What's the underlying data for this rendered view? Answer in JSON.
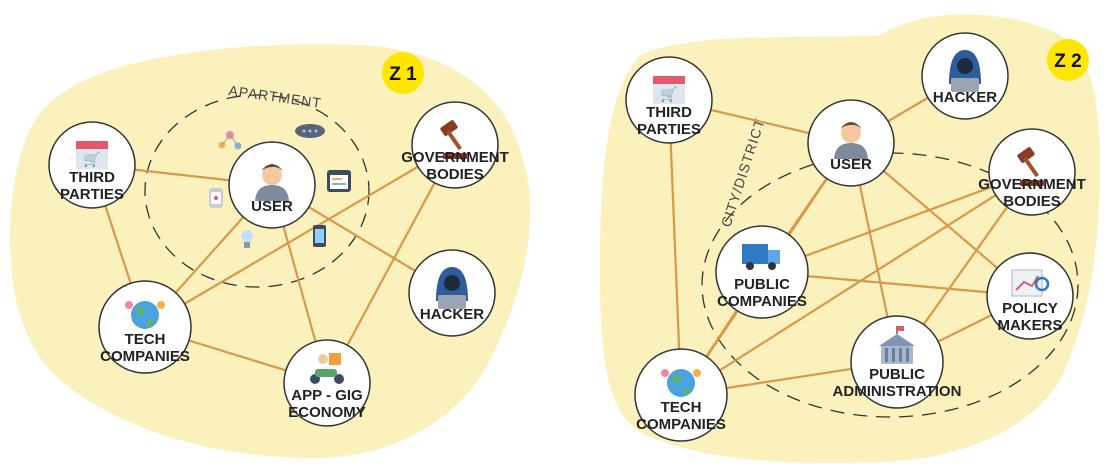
{
  "colors": {
    "blob": "#fbf1bd",
    "edge": "#d9984a",
    "node_fill": "#ffffff",
    "node_stroke": "#333333",
    "badge": "#ffe600",
    "dash": "#333333"
  },
  "z1": {
    "badge": "Z 1",
    "area_label": "APARTMENT",
    "nodes": {
      "third": [
        "THIRD",
        "PARTIES"
      ],
      "user": [
        "USER"
      ],
      "gov": [
        "GOVERNMENT",
        "BODIES"
      ],
      "tech": [
        "TECH",
        "COMPANIES"
      ],
      "app": [
        "APP - GIG",
        "ECONOMY"
      ],
      "hacker": [
        "HACKER"
      ]
    },
    "edges": [
      [
        "third",
        "user"
      ],
      [
        "third",
        "tech"
      ],
      [
        "user",
        "hacker"
      ],
      [
        "user",
        "app"
      ],
      [
        "user",
        "tech"
      ],
      [
        "gov",
        "tech"
      ],
      [
        "gov",
        "app"
      ],
      [
        "tech",
        "app"
      ]
    ]
  },
  "z2": {
    "badge": "Z 2",
    "area_label": "CITY/DISTRICT",
    "nodes": {
      "third": [
        "THIRD",
        "PARTIES"
      ],
      "hacker": [
        "HACKER"
      ],
      "user": [
        "USER"
      ],
      "gov": [
        "GOVERNMENT",
        "BODIES"
      ],
      "public_co": [
        "PUBLIC",
        "COMPANIES"
      ],
      "policy": [
        "POLICY",
        "MAKERS"
      ],
      "public_admin": [
        "PUBLIC",
        "ADMINISTRATION"
      ],
      "tech": [
        "TECH",
        "COMPANIES"
      ]
    },
    "edges": [
      [
        "third",
        "user"
      ],
      [
        "third",
        "tech"
      ],
      [
        "hacker",
        "user"
      ],
      [
        "user",
        "public_co"
      ],
      [
        "user",
        "tech"
      ],
      [
        "user",
        "policy"
      ],
      [
        "user",
        "public_admin"
      ],
      [
        "gov",
        "public_co"
      ],
      [
        "gov",
        "tech"
      ],
      [
        "gov",
        "public_admin"
      ],
      [
        "public_co",
        "policy"
      ],
      [
        "public_co",
        "tech"
      ],
      [
        "policy",
        "public_admin"
      ],
      [
        "tech",
        "public_admin"
      ]
    ]
  }
}
